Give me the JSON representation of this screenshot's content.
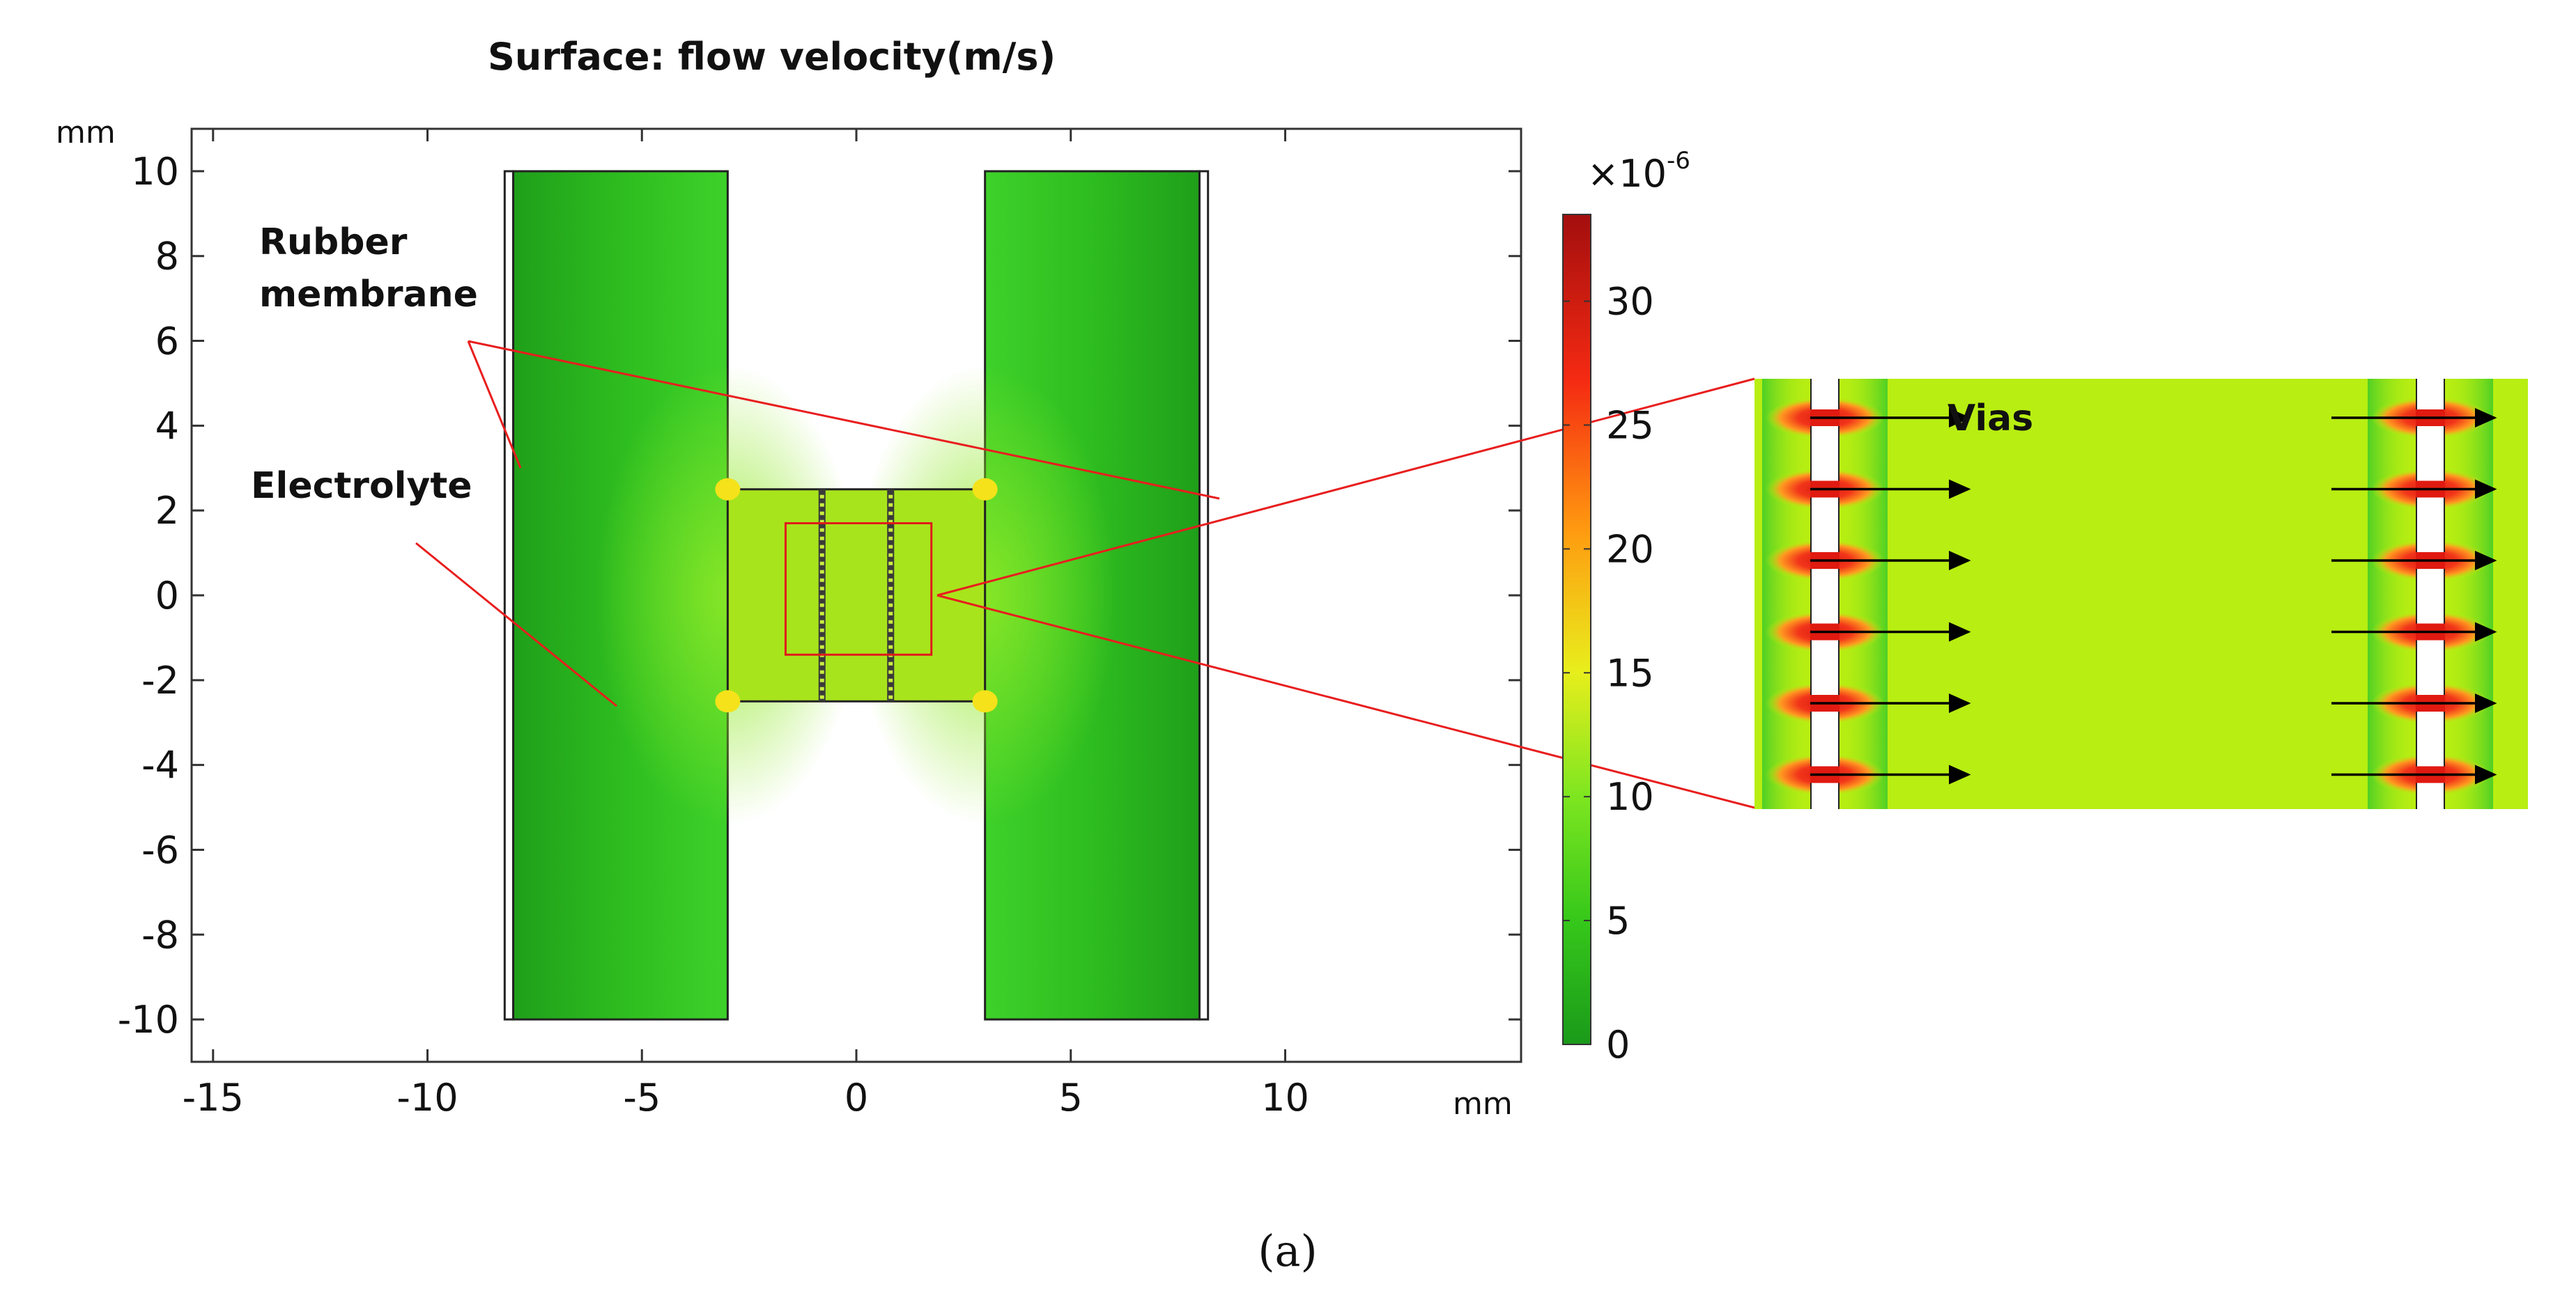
{
  "chart_data": {
    "type": "heatmap",
    "title": "Surface: flow velocity(m/s)",
    "x_unit": "mm",
    "y_unit": "mm",
    "xlim": [
      -15.5,
      15.5
    ],
    "ylim": [
      -11,
      11
    ],
    "xticks": [
      -15,
      -10,
      -5,
      0,
      5,
      10
    ],
    "yticks": [
      10,
      8,
      6,
      4,
      2,
      0,
      -2,
      -4,
      -6,
      -8,
      -10
    ],
    "colorbar": {
      "exponent_label": "×10",
      "exponent_sup": "-6",
      "ticks": [
        30,
        25,
        20,
        15,
        10,
        5,
        0
      ],
      "range": [
        0,
        33.5
      ],
      "colors": [
        "#1a9a1a",
        "#36c81a",
        "#7ee620",
        "#e8ee1c",
        "#ff9a10",
        "#f52a12",
        "#a30e0e"
      ]
    },
    "geometry_mm": {
      "left_chamber": {
        "x": [
          -8,
          -3
        ],
        "y": [
          -10,
          10
        ]
      },
      "right_chamber": {
        "x": [
          3,
          8
        ],
        "y": [
          -10,
          10
        ]
      },
      "channel": {
        "x": [
          -3,
          3
        ],
        "y": [
          -2.5,
          2.5
        ]
      },
      "left_membrane_strip": {
        "x": [
          -8.2,
          -8
        ],
        "y": [
          -10,
          10
        ]
      },
      "right_membrane_strip": {
        "x": [
          8,
          8.2
        ],
        "y": [
          -10,
          10
        ]
      },
      "via_walls_x": [
        -0.8,
        0.8
      ],
      "zoom_box": {
        "x": [
          -1.65,
          1.75
        ],
        "y": [
          -1.4,
          1.7
        ]
      }
    },
    "annotations": {
      "rubber_membrane": "Rubber membrane",
      "electrolyte": "Electrolyte",
      "vias": "Vias"
    },
    "inset": {
      "vias_per_column": 6,
      "via_columns": 2
    }
  },
  "caption": "(a)"
}
